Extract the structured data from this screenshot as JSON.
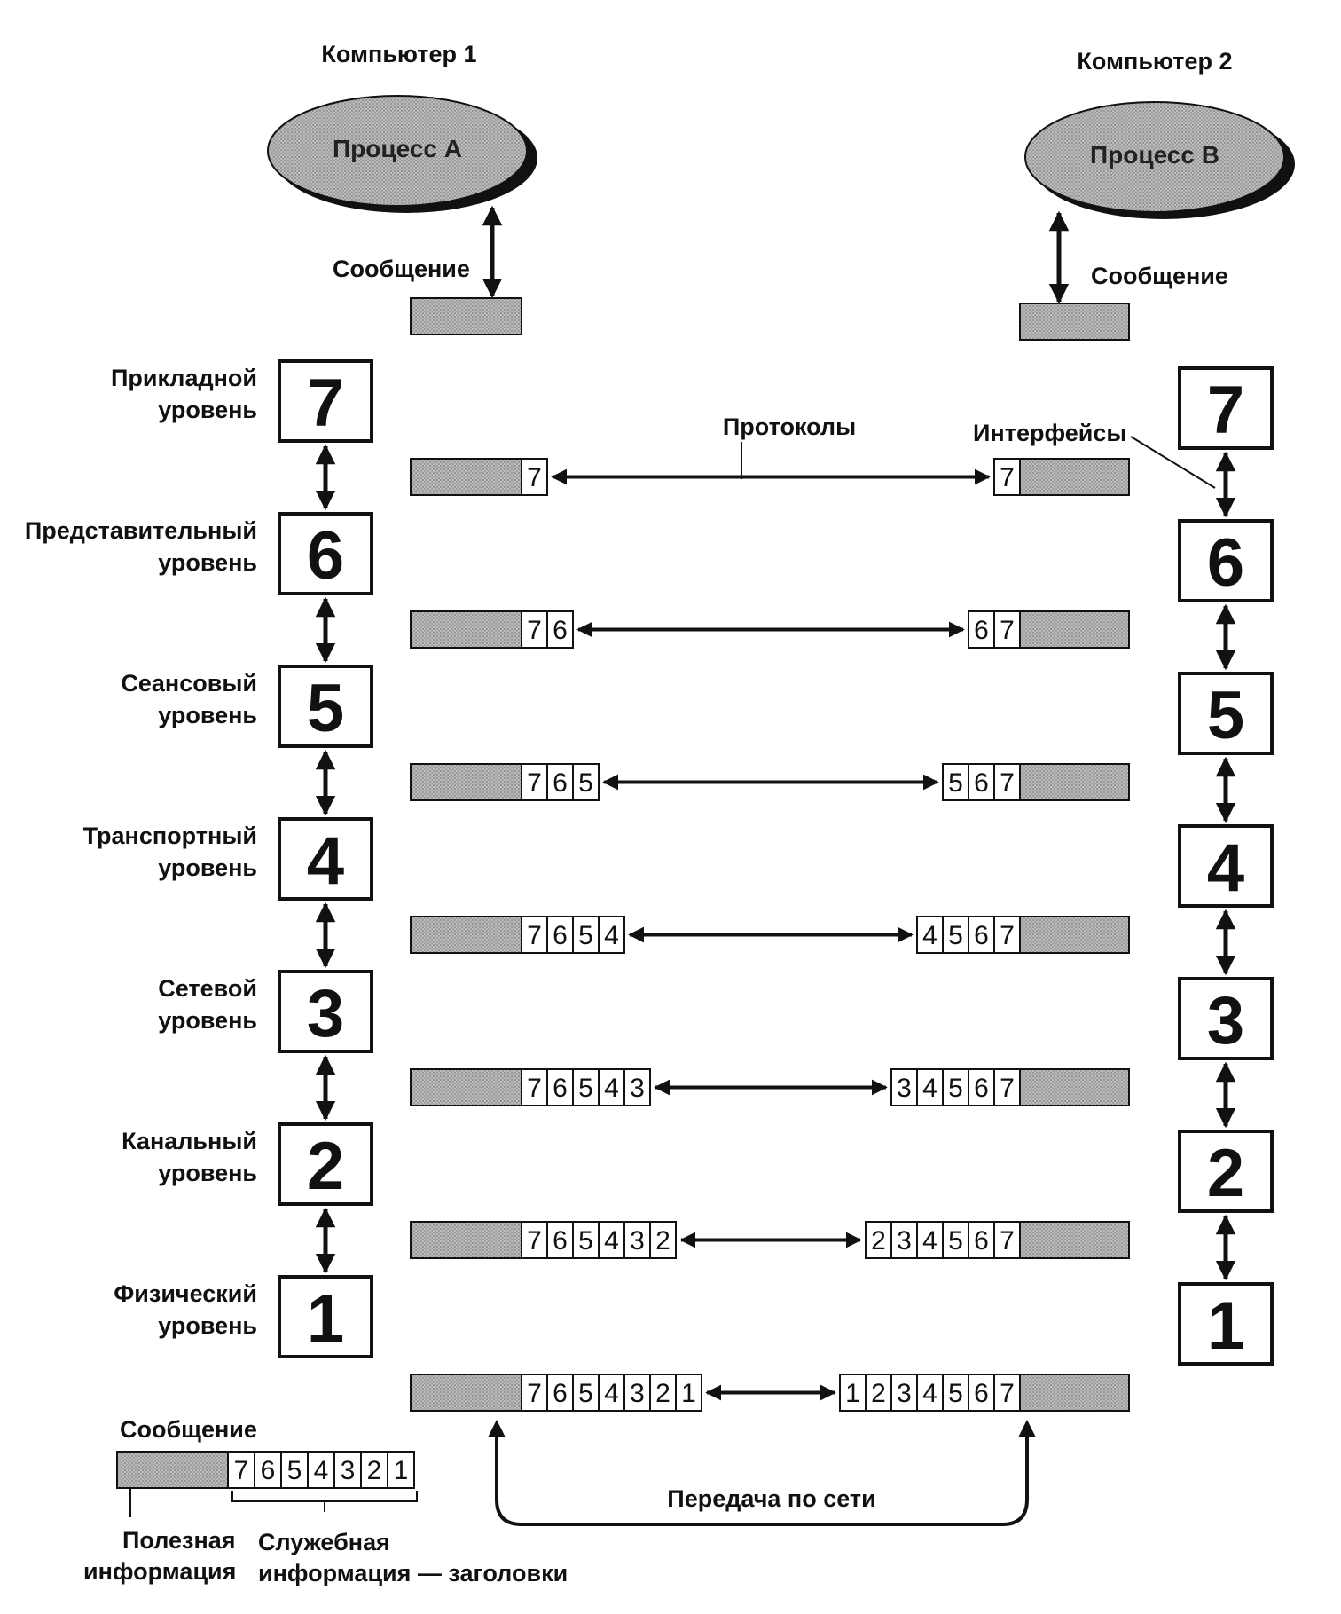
{
  "computer1": {
    "title": "Компьютер 1",
    "process": "Процесс А",
    "message_label": "Сообщение"
  },
  "computer2": {
    "title": "Компьютер 2",
    "process": "Процесс В",
    "message_label": "Сообщение"
  },
  "layers": [
    {
      "num": "7",
      "name_line1": "Прикладной",
      "name_line2": "уровень"
    },
    {
      "num": "6",
      "name_line1": "Представительный",
      "name_line2": "уровень"
    },
    {
      "num": "5",
      "name_line1": "Сеансовый",
      "name_line2": "уровень"
    },
    {
      "num": "4",
      "name_line1": "Транспортный",
      "name_line2": "уровень"
    },
    {
      "num": "3",
      "name_line1": "Сетевой",
      "name_line2": "уровень"
    },
    {
      "num": "2",
      "name_line1": "Канальный",
      "name_line2": "уровень"
    },
    {
      "num": "1",
      "name_line1": "Физический",
      "name_line2": "уровень"
    }
  ],
  "packets": [
    {
      "left": [
        "7"
      ],
      "right": [
        "7"
      ]
    },
    {
      "left": [
        "7",
        "6"
      ],
      "right": [
        "6",
        "7"
      ]
    },
    {
      "left": [
        "7",
        "6",
        "5"
      ],
      "right": [
        "5",
        "6",
        "7"
      ]
    },
    {
      "left": [
        "7",
        "6",
        "5",
        "4"
      ],
      "right": [
        "4",
        "5",
        "6",
        "7"
      ]
    },
    {
      "left": [
        "7",
        "6",
        "5",
        "4",
        "3"
      ],
      "right": [
        "3",
        "4",
        "5",
        "6",
        "7"
      ]
    },
    {
      "left": [
        "7",
        "6",
        "5",
        "4",
        "3",
        "2"
      ],
      "right": [
        "2",
        "3",
        "4",
        "5",
        "6",
        "7"
      ]
    },
    {
      "left": [
        "7",
        "6",
        "5",
        "4",
        "3",
        "2",
        "1"
      ],
      "right": [
        "1",
        "2",
        "3",
        "4",
        "5",
        "6",
        "7"
      ]
    }
  ],
  "labels": {
    "protocols": "Протоколы",
    "interfaces": "Интерфейсы",
    "network_transfer": "Передача по сети"
  },
  "legend": {
    "title": "Сообщение",
    "cells": [
      "7",
      "6",
      "5",
      "4",
      "3",
      "2",
      "1"
    ],
    "payload_line1": "Полезная",
    "payload_line2": "информация",
    "service_line1": "Служебная",
    "service_line2": "информация — заголовки"
  },
  "colors": {
    "payload_fill": "#b8b8b8",
    "ellipse_fill": "#c4c4c4",
    "ink": "#111111"
  }
}
